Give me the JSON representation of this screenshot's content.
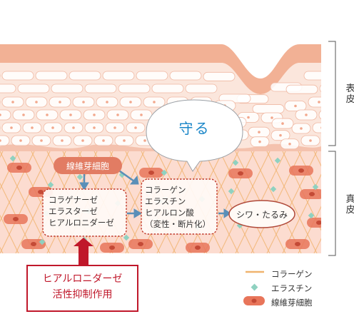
{
  "side_labels": {
    "epidermis": [
      "表",
      "皮"
    ],
    "dermis": [
      "真",
      "皮"
    ]
  },
  "bubble_text": "守る",
  "fibroblast_box": "線維芽細胞",
  "enzymes_box": [
    "コラゲナーゼ",
    "エラスターゼ",
    "ヒアルロニダーゼ"
  ],
  "matrix_box": [
    "コラーゲン",
    "エラスチン",
    "ヒアルロン酸",
    "（変性・断片化）"
  ],
  "result_box": "シワ・たるみ",
  "inhibit_box": [
    "ヒアルロニダーゼ",
    "活性抑制作用"
  ],
  "legend": [
    {
      "label": "コラーゲン",
      "icon": "collagen-line-icon"
    },
    {
      "label": "エラスチン",
      "icon": "elastin-diamond-icon"
    },
    {
      "label": "線維芽細胞",
      "icon": "fibroblast-cell-icon"
    }
  ],
  "colors": {
    "skin_top": "#f3b79c",
    "epidermis": "#fbe2d6",
    "dermis": "#fbd9cc",
    "collagen": "#f0b36e",
    "elastin": "#8fd1c0",
    "cell": "#e8755a",
    "box_border": "#c0392b",
    "arrow": "#5a8fb8",
    "bubble_text": "#1a86c8",
    "inhibit_red": "#c0182b"
  }
}
